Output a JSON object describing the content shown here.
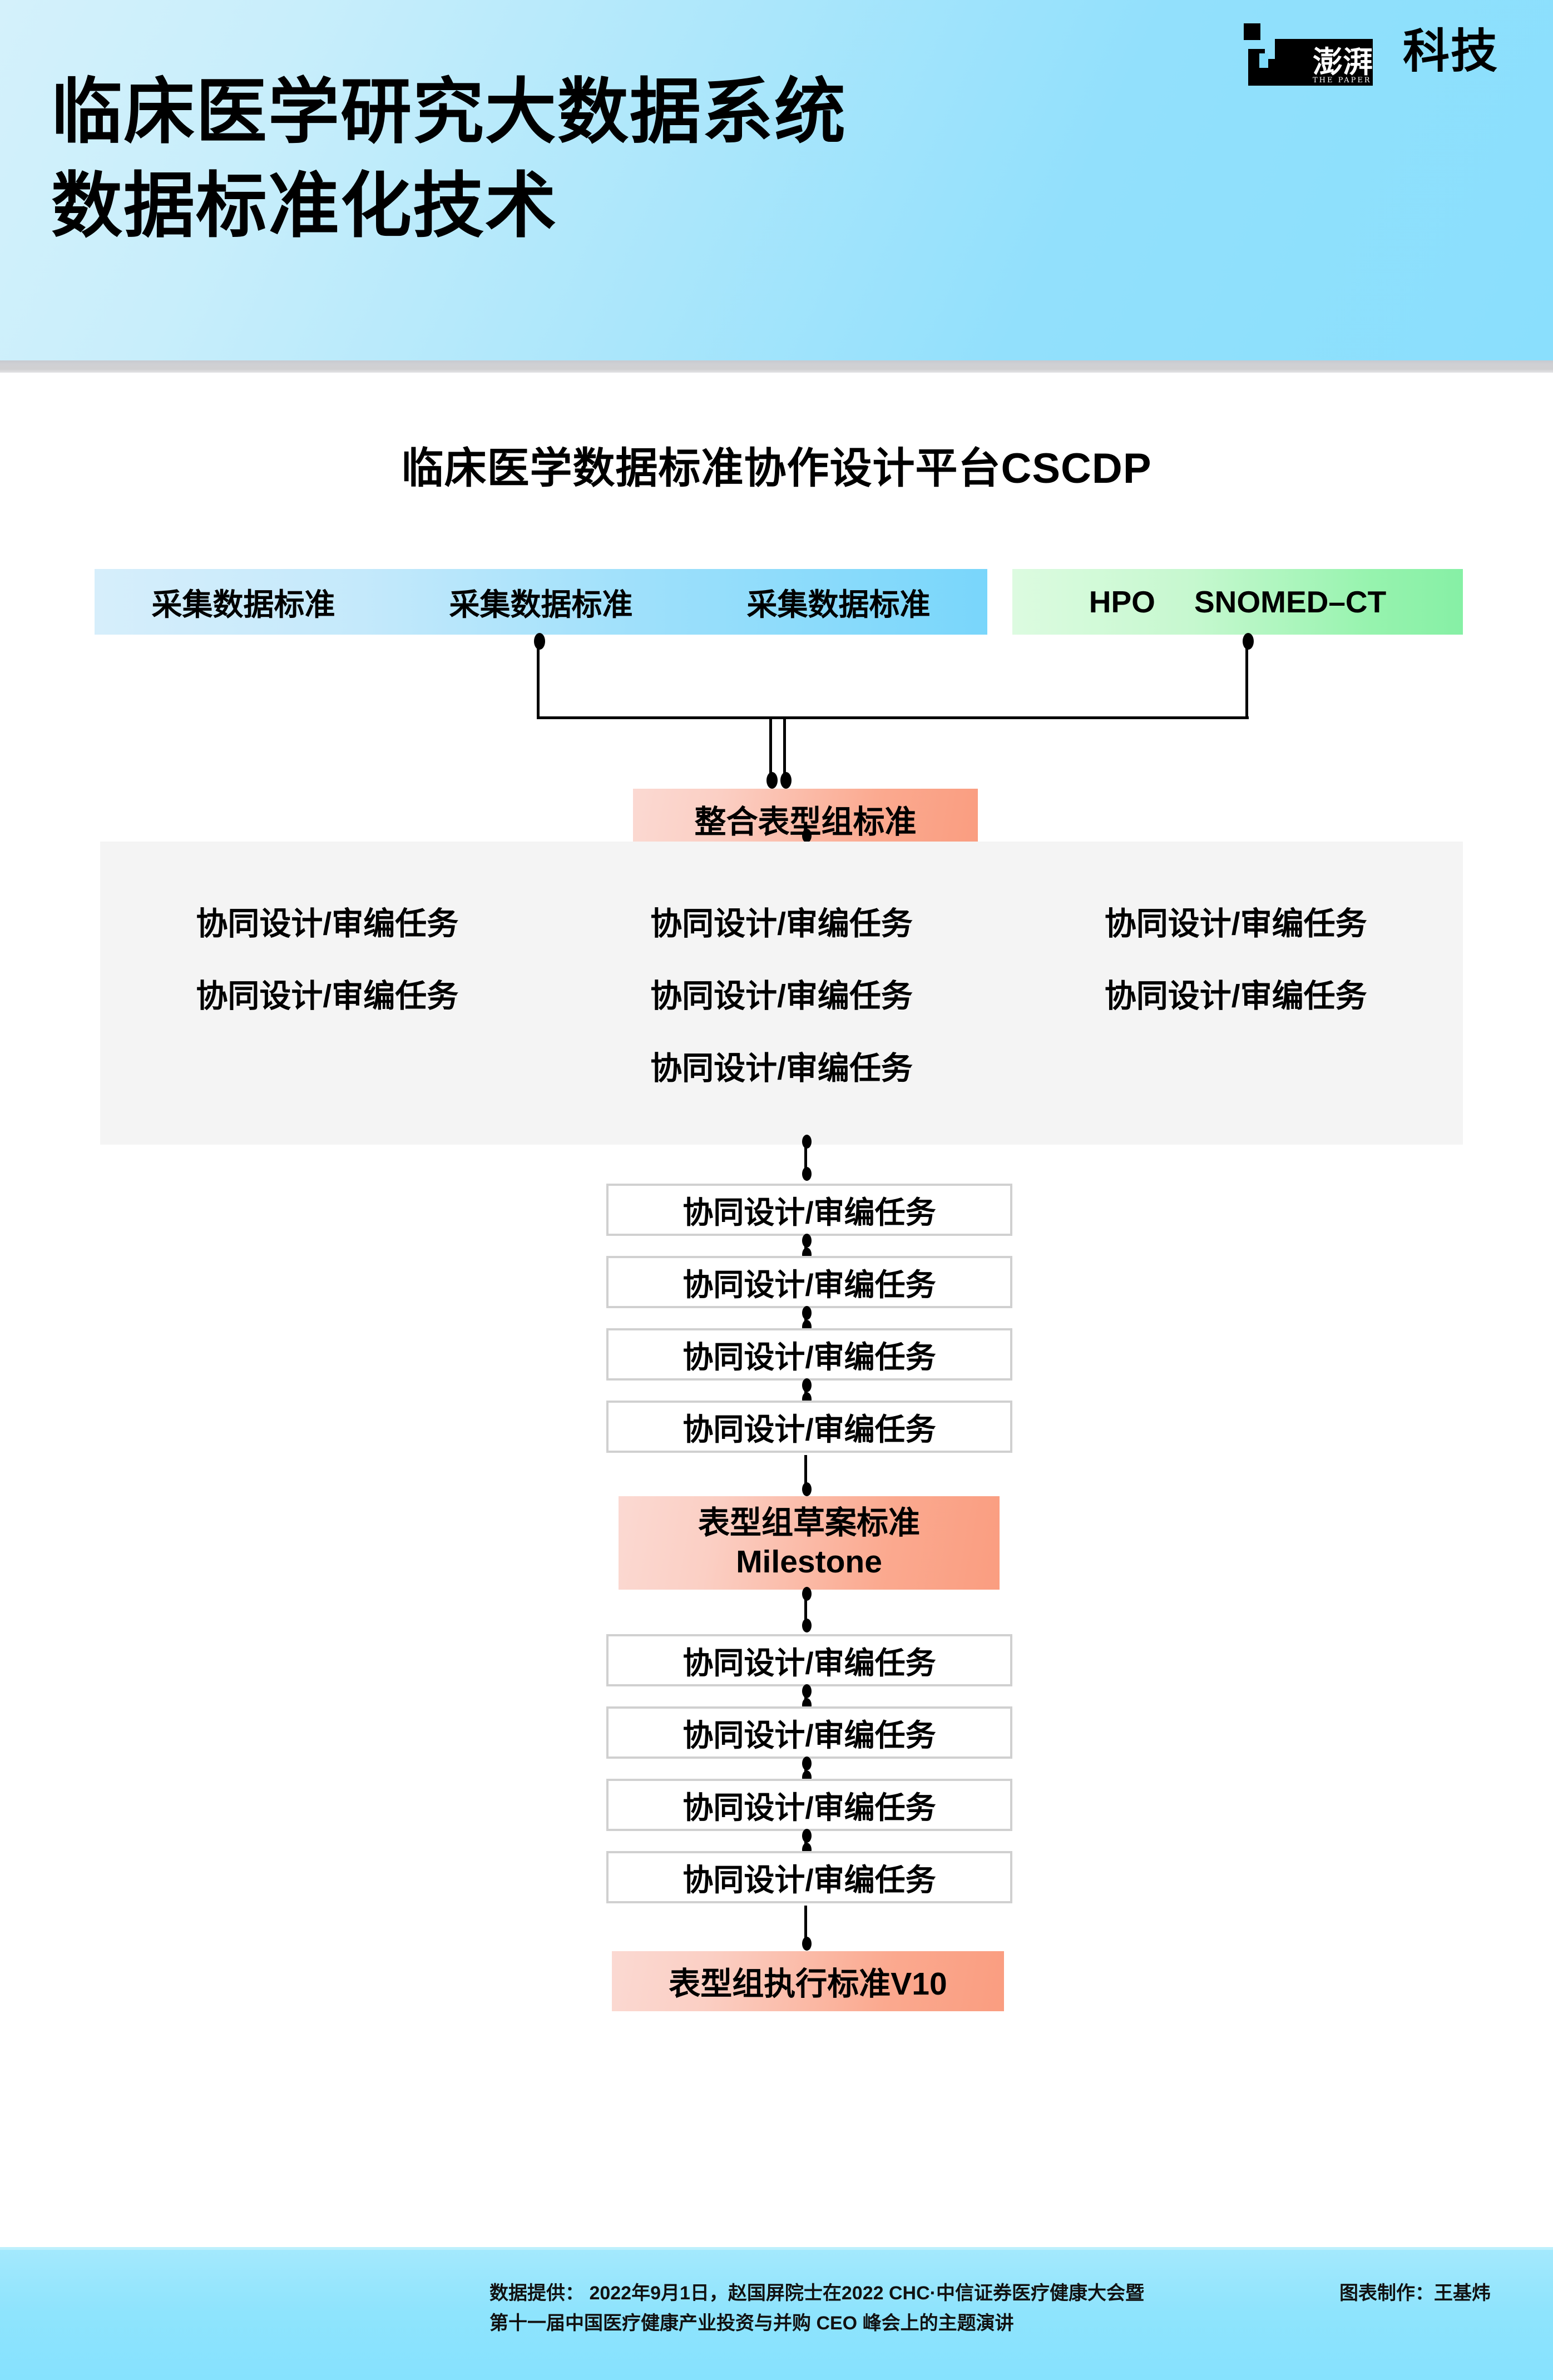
{
  "header": {
    "title": "临床医学研究大数据系统\n数据标准化技术",
    "logo": {
      "brand": "澎湃",
      "latin": "THE PAPER",
      "suffix": "科技"
    },
    "accent_color": "#8adffd"
  },
  "chart_data": {
    "type": "diagram",
    "title": "临床医学数据标准协作设计平台CSCDP",
    "sources": {
      "collection_standards": [
        "采集数据标准",
        "采集数据标准",
        "采集数据标准"
      ],
      "collection_color": "#9adffb",
      "ontologies": [
        "HPO",
        "SNOMED–CT"
      ],
      "ontology_color": "#96f3ae"
    },
    "integration_node": {
      "label": "整合表型组标准",
      "color": "#fba98f"
    },
    "collab_panel": {
      "background": "#f4f4f4",
      "rows": [
        [
          "协同设计/审编任务",
          "协同设计/审编任务",
          "协同设计/审编任务"
        ],
        [
          "协同设计/审编任务",
          "协同设计/审编任务",
          "协同设计/审编任务"
        ],
        [
          "",
          "协同设计/审编任务",
          ""
        ]
      ]
    },
    "task_chain_upper": [
      "协同设计/审编任务",
      "协同设计/审编任务",
      "协同设计/审编任务",
      "协同设计/审编任务"
    ],
    "milestone_node": {
      "line1": "表型组草案标准",
      "line2": "Milestone",
      "color": "#fba98f"
    },
    "task_chain_lower": [
      "协同设计/审编任务",
      "协同设计/审编任务",
      "协同设计/审编任务",
      "协同设计/审编任务"
    ],
    "final_node": {
      "label": "表型组执行标准V10",
      "color": "#fba98f"
    }
  },
  "footer": {
    "source_line1": "数据提供： 2022年9月1日，赵国屏院士在2022 CHC·中信证券医疗健康大会暨",
    "source_line2": "第十一届中国医疗健康产业投资与并购 CEO 峰会上的主题演讲",
    "credit": "图表制作：王基炜"
  }
}
